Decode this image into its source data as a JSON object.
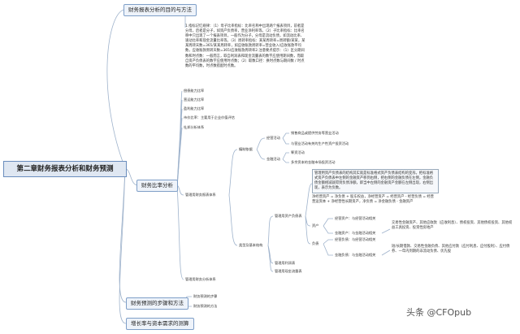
{
  "root": "第二章财务报表分析和财务预测",
  "branches": {
    "b1": "财务报表分析的目的与方法",
    "b2": "财务比率分析",
    "b3": "财务预测的步骤和方法",
    "b4": "增长率与资本需求的测算"
  },
  "b1_text": "1.指标记忆规律：（1）母子比率指标：比率名称中出现两个报表项目，前者是分母，后者是分子，如资产负债率，营业净利率等。（2）子比率指标：比率名称中只出现了一个报表项目，一般作为分子，分母是流动负债，如流动比率、速动比率和现金流量比率等。（3）周转率指标：某某周转率=周转额/某某，某某周转天数=365/某某周转率，如应收账款周转率=营业收入/应收账款平均数，应收账款周转天数=365/应收账款周转率2.注意要点提示：（1）区分期间数和时点数：一般而言，取自利润表和现金流量表的数字应使用期间数，而取自资产负债表的数字应使用时点数；（2）取数口径：换时点数与期间数 / 时点数的平均数，时点数搭配时点数。",
  "ratios": [
    "偿债能力比率",
    "营运能力比率",
    "盈利能力比率",
    "市价比率：主要用于企业价值评估",
    "杜邦分析体系"
  ],
  "system_label": "管理用财务报表体系",
  "dupont_label": "管理用财务分析体系",
  "classification": "编制依据",
  "types_label": "类型及基本结构",
  "activities": {
    "operating": "经营活动",
    "financial": "金融活动",
    "op_items": [
      "销售商品或提供劳务等营业活动",
      "与营业活动有关的生产性资产投资活动"
    ],
    "fin_items": [
      "筹资活动",
      "多余资本的金融市场投资活动"
    ]
  },
  "balance": {
    "label": "管理用资产负债表",
    "note1": "管理用资产负债表的结构其实就是标准格式资产负债表结构的变形。把标准格式资产负债表中左侧的金融资产移到右侧，把右侧的金融负债在左侧，金融负债金额相减就得到负债净额，即当中左侧的金融资产金额在左侧出现，右侧出现，表示为负数。",
    "note2": "净经营资产 = 净负债 + 股东权益，净经营资产 = 经营资产 - 经营负债 = 经营营运资本 + 净经营性长期资产，净负债 = 净金融负债 - 金融资产",
    "assets": "资产",
    "liabilities": "负债",
    "op_assets": "经营资产：与经营活动相关",
    "fin_assets": "金融资产：与金融活动相关",
    "op_liab": "经营负债：与经营活动相关",
    "fin_liab": "金融负债：与金融活动相关",
    "fin_assets_note": "交易性金融资产、其他应收款（应收利息）、债权投资、其他债权投资、其他权益工具投资、投资性房地产",
    "fin_liab_note": "短/长期借款、交易性金融负债、其他应付款（应付利息、应付股利）、应付债券、一年内到期的非流动负债、优先股"
  },
  "income": "管理用利润表",
  "cashflow": "管理用现金流量表",
  "b3_items": [
    "财务预测的步骤",
    "财务预测的方法"
  ],
  "watermark": "头条 @CFOpub"
}
